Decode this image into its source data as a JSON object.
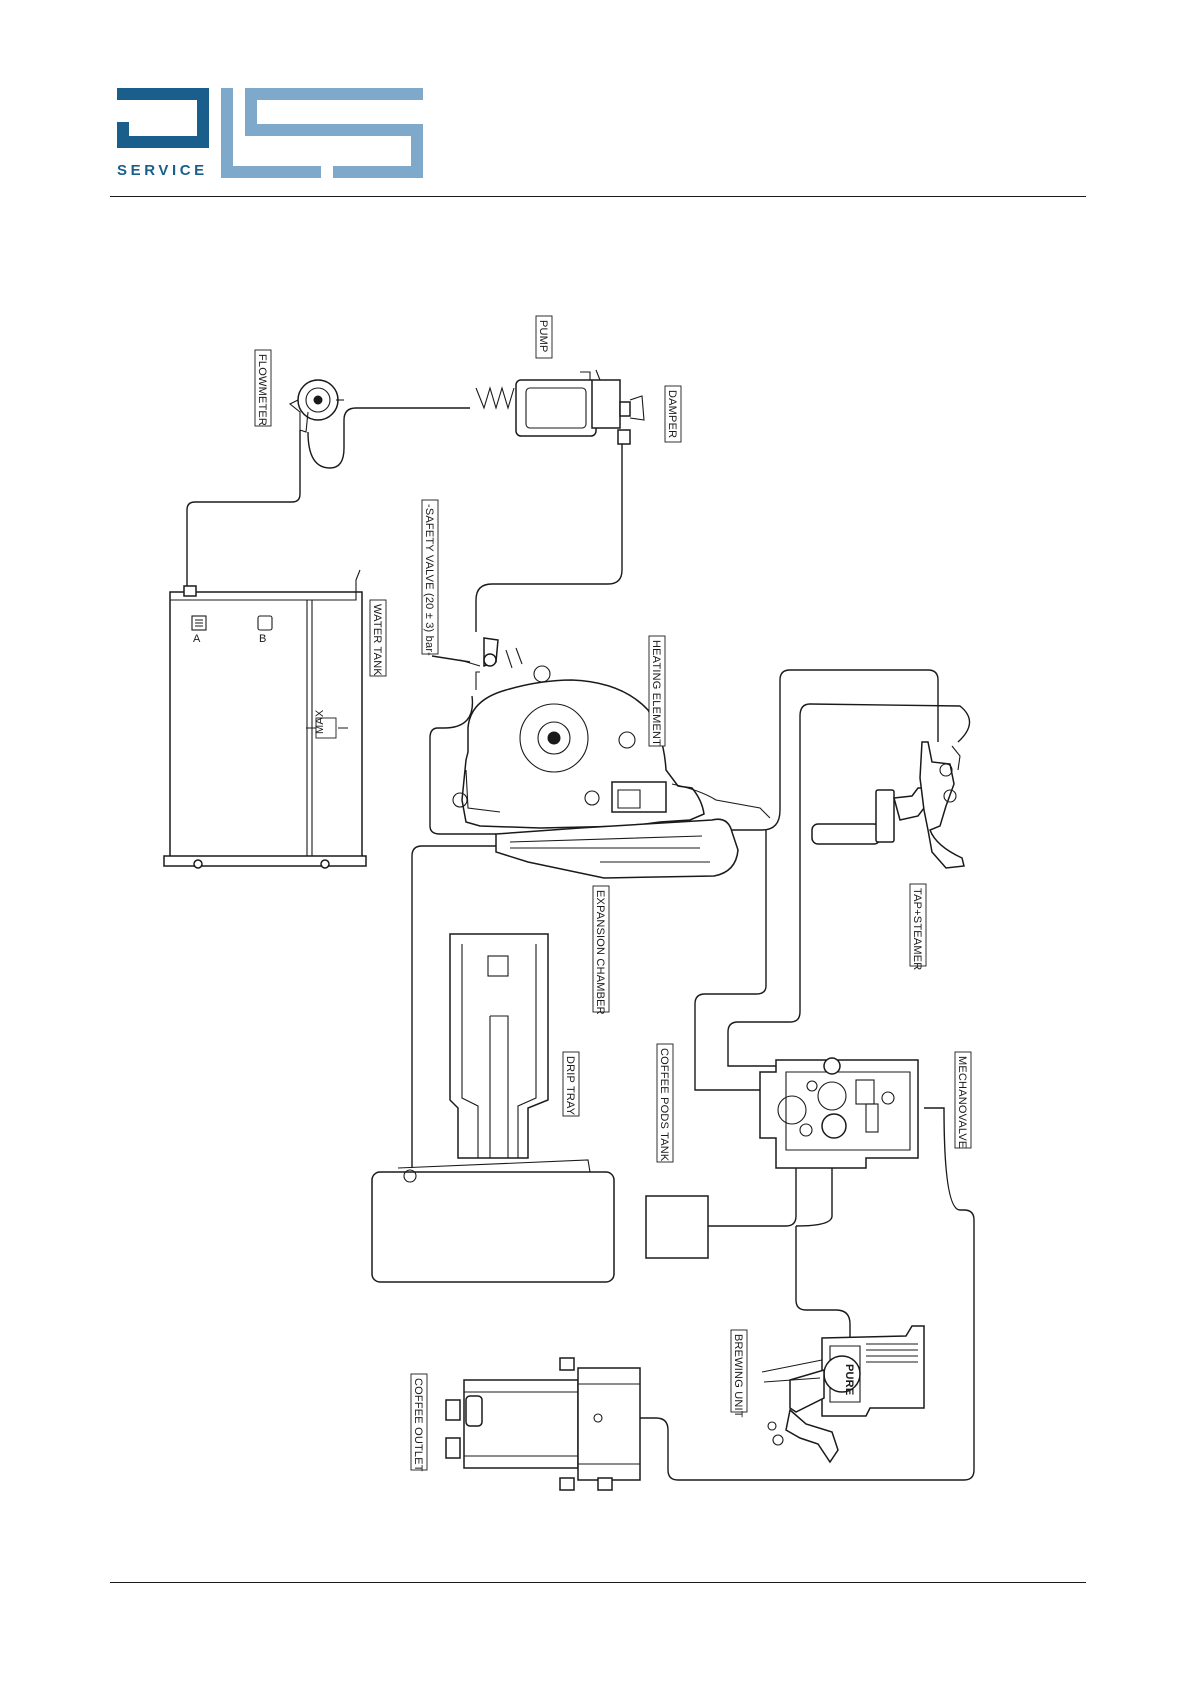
{
  "brand": {
    "word": "SERVICE",
    "dark_color": "#1a5f8c",
    "light_color": "#7fa9cb"
  },
  "labels": {
    "flowmeter": "FLOWMETER",
    "pump": "PUMP",
    "damper": "DAMPER",
    "safety_valve": "-SAFETY VALVE (20 ± 3) bar-",
    "heating_element": "HEATING ELEMENT",
    "water_tank": "WATER TANK",
    "expansion_chamber": "EXPANSION CHAMBER",
    "tap_steamer": "TAP+STEAMER",
    "drip_tray": "DRIP TRAY",
    "coffee_pods_tank": "COFFEE PODS TANK",
    "mechanovalve": "MECHANOVALVE",
    "brewing_unit": "BREWING UNIT",
    "coffee_outlet": "COFFEE OUTLET"
  },
  "part_marks": {
    "tank_max": "MAX",
    "brew_unit_brand": "PURE"
  }
}
